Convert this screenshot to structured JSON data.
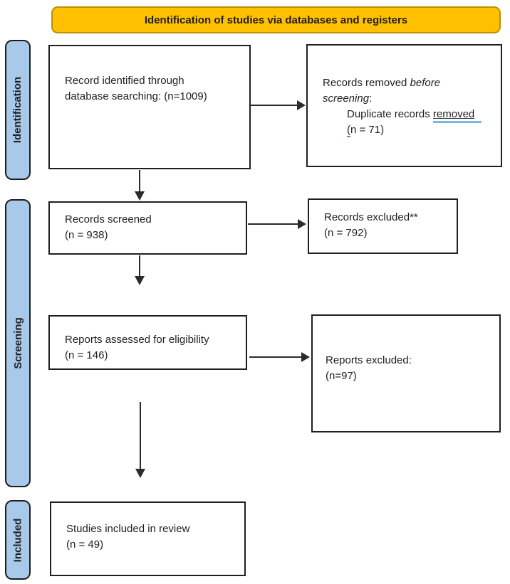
{
  "banner": {
    "title": "Identification of studies via databases and registers"
  },
  "sidebar": {
    "stages": [
      {
        "label": "Identification"
      },
      {
        "label": "Screening"
      },
      {
        "label": "Included"
      }
    ]
  },
  "boxes": {
    "records_identified": {
      "line1": "Record identified through",
      "line2": "database searching: (n=1009)"
    },
    "records_removed": {
      "l1_normal": "Records removed",
      "l1_italic": "before",
      "l2_italic": "screening",
      "l2_colon": ":",
      "item_text": "Duplicate records ",
      "item_marked": "removed",
      "count_paren": "(",
      "count_rest": "n = 71)"
    },
    "records_screened": {
      "line1": "Records screened",
      "line2": "(n = 938)"
    },
    "records_excluded": {
      "line1": "Records excluded**",
      "line2": "(n = 792)"
    },
    "reports_assessed": {
      "line1": "Reports assessed for eligibility",
      "line2": "(n = 146)"
    },
    "reports_excluded": {
      "line1": "Reports excluded:",
      "line2": "(n=97)"
    },
    "studies_included": {
      "line1": "Studies included in review",
      "line2": "(n = 49)"
    }
  },
  "colors": {
    "banner_bg": "#FFC000",
    "banner_border": "#BF9000",
    "stage_bg": "#A9C9EA",
    "stage_border": "#1C1C1C",
    "box_bg": "#FFFFFF",
    "box_border": "#1F1F1F",
    "arrow": "#2B2B2B",
    "text": "#1F1F1F",
    "grammar_underline": "#3D9BD9"
  }
}
